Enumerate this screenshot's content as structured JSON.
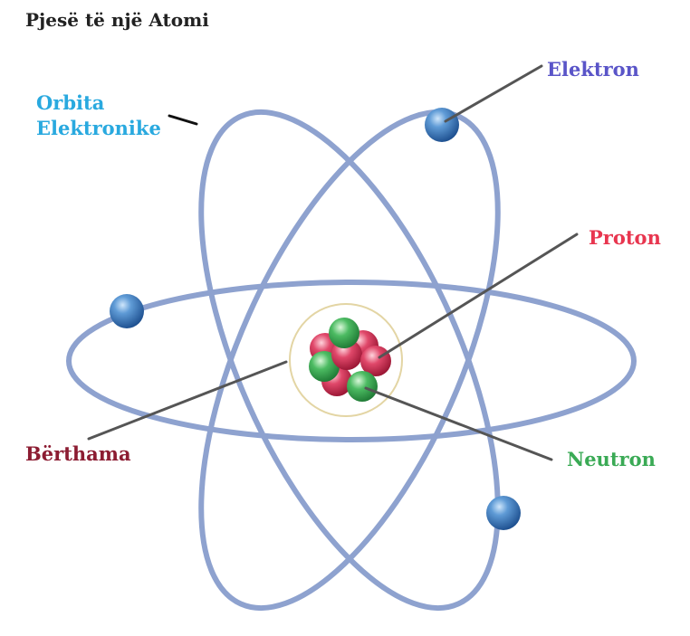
{
  "title": "Pjesë të një Atomi",
  "labels": {
    "orbit_line1": "Orbita",
    "orbit_line2": "Elektronike",
    "electron": "Elektron",
    "proton": "Proton",
    "nucleus": "Bërthama",
    "neutron": "Neutron"
  },
  "colors": {
    "title": "#222222",
    "orbit_label": "#29a9df",
    "electron_label": "#5a55c8",
    "proton_label": "#e8364f",
    "nucleus_label": "#8c1c32",
    "neutron_label": "#3aaa55",
    "orbit": "#8ea2cf",
    "electron": "#2f6eb2",
    "proton": "#d23456",
    "neutron": "#3aa455",
    "pointer": "#555555"
  }
}
